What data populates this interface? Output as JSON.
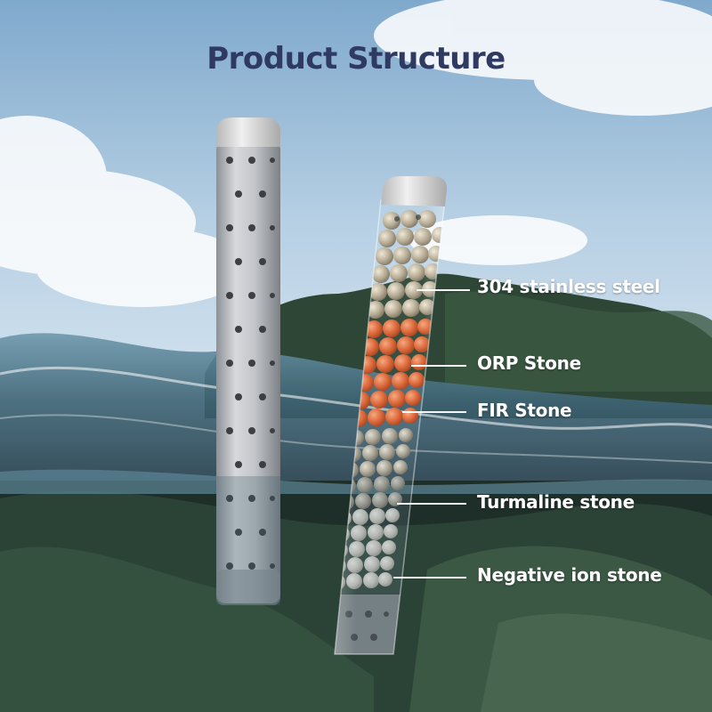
{
  "title": "Product Structure",
  "callouts": [
    {
      "id": "steel",
      "label": "304 stainless steel"
    },
    {
      "id": "orp",
      "label": "ORP Stone"
    },
    {
      "id": "fir",
      "label": "FIR Stone"
    },
    {
      "id": "tourmaline",
      "label": "Turmaline stone"
    },
    {
      "id": "negative-ion",
      "label": "Negative ion stone"
    }
  ],
  "colors": {
    "title": "#2f3a62",
    "sky_top": "#8fb8d8",
    "sky_bottom": "#dbe8f2",
    "water": "#3d6b80",
    "rock": "#23362c",
    "steel": "#b9bcc0",
    "orp_stone": "#d9663a",
    "tourmaline": "#a49e8c",
    "negative_ion": "#d4d2c8",
    "steel_stone": "#a09a88"
  }
}
